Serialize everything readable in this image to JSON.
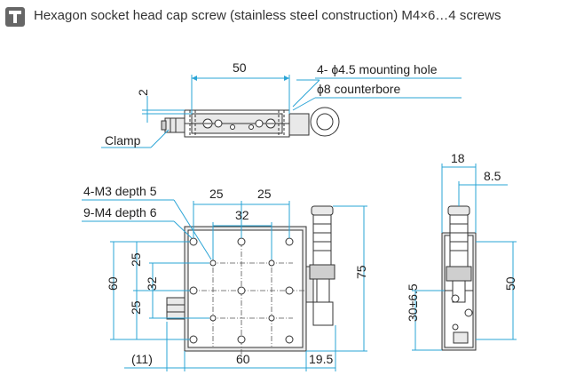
{
  "header": {
    "title": "Hexagon socket head cap screw (stainless steel construction) M4×6…4 screws",
    "icon": "screw-icon"
  },
  "top_view": {
    "dim_width": "50",
    "dim_step": "2",
    "mounting_hole": "4- ϕ4.5 mounting hole",
    "counterbore": "ϕ8 counterbore",
    "clamp": "Clamp"
  },
  "front_view": {
    "m3_holes": "4-M3 depth 5",
    "m4_holes": "9-M4 depth 6",
    "dim_25_left": "25",
    "dim_25_right": "25",
    "dim_32_top": "32",
    "dim_25_upper": "25",
    "dim_25_lower": "25",
    "dim_32_side": "32",
    "dim_60_side": "60",
    "dim_75": "75",
    "dim_11": "(11)",
    "dim_60_bottom": "60",
    "dim_19_5": "19.5"
  },
  "side_view": {
    "dim_18": "18",
    "dim_8_5": "8.5",
    "dim_50": "50",
    "dim_30_6_5": "30±6.5"
  }
}
